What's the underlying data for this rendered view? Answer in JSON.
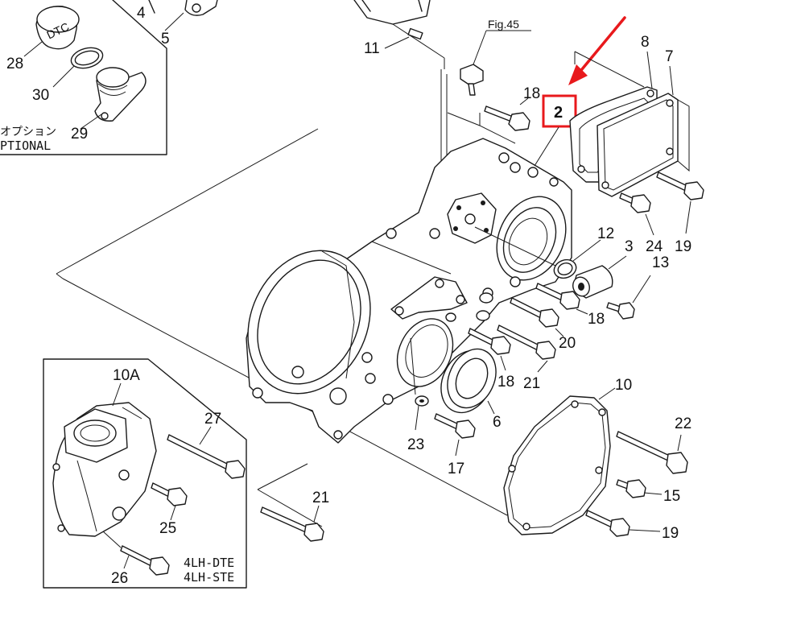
{
  "callouts": {
    "c2": "2",
    "c3": "3",
    "c4": "4",
    "c5": "5",
    "c6": "6",
    "c7": "7",
    "c8": "8",
    "c10": "10",
    "c10a": "10A",
    "c11": "11",
    "c12": "12",
    "c13": "13",
    "c15": "15",
    "c17": "17",
    "c18a": "18",
    "c18b": "18",
    "c18c": "18",
    "c19a": "19",
    "c19b": "19",
    "c20": "20",
    "c21a": "21",
    "c21b": "21",
    "c22": "22",
    "c23": "23",
    "c24": "24",
    "c25": "25",
    "c26": "26",
    "c27": "27",
    "c28": "28",
    "c29": "29",
    "c30": "30"
  },
  "figure_ref": "Fig.45",
  "optional_box": {
    "line_jp": "オプション",
    "line_en": "PTIONAL"
  },
  "cap_mark": "DTC",
  "model_box": {
    "line1": "4LH-DTE",
    "line2": "4LH-STE"
  },
  "highlight_color": "#e8191c"
}
